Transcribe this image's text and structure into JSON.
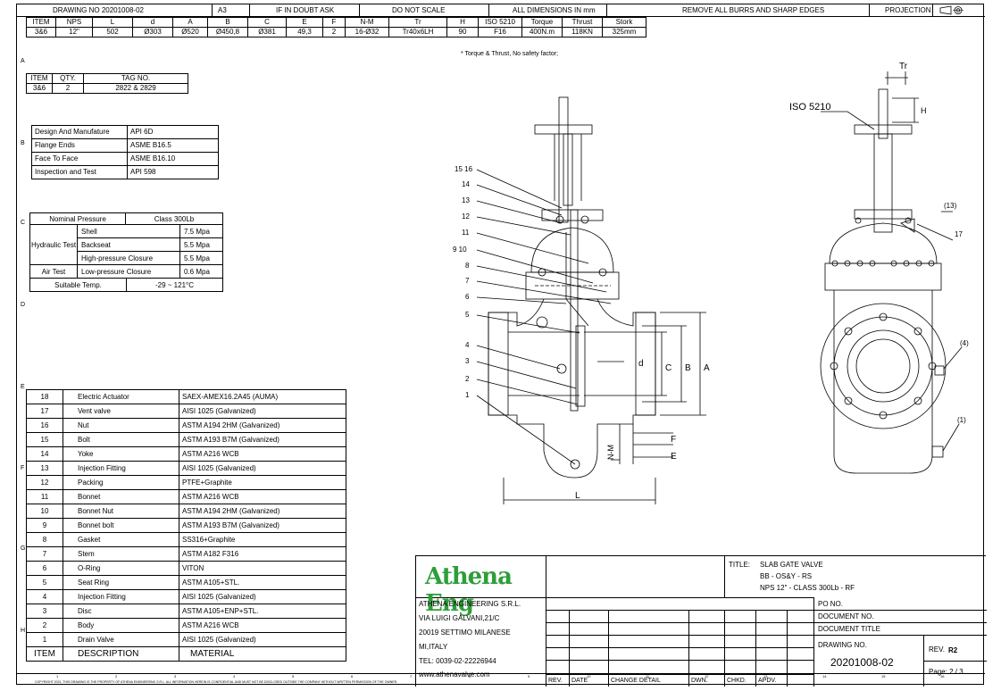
{
  "header": {
    "drawing_no": "DRAWING NO 20201008-02",
    "size": "A3",
    "if_doubt": "IF IN DOUBT ASK",
    "do_not_scale": "DO NOT SCALE",
    "all_dims": "ALL DIMENSIONS IN mm",
    "remove_burrs": "REMOVE ALL BURRS AND SHARP EDGES",
    "projection": "PROJECTION"
  },
  "dimtable": {
    "headers": [
      "ITEM",
      "NPS",
      "L",
      "d",
      "A",
      "B",
      "C",
      "E",
      "F",
      "N-M",
      "Tr",
      "H",
      "ISO 5210",
      "Torque",
      "Thrust",
      "Stork"
    ],
    "values": [
      "3&6",
      "12\"",
      "502",
      "Ø303",
      "Ø520",
      "Ø450,8",
      "Ø381",
      "49,3",
      "2",
      "16-Ø32",
      "Tr40x6LH",
      "90",
      "F16",
      "400N.m",
      "118KN",
      "325mm"
    ],
    "note": "* Torque & Thrust,  No safety factor;"
  },
  "tagtable": {
    "headers": [
      "ITEM",
      "QTY.",
      "TAG NO."
    ],
    "values": [
      "3&6",
      "2",
      "2822 & 2829"
    ]
  },
  "standards": [
    [
      "Design And Manufature",
      "API 6D"
    ],
    [
      "Flange Ends",
      "ASME B16.5"
    ],
    [
      "Face To Face",
      "ASME B16.10"
    ],
    [
      "Inspection and Test",
      "API 598"
    ]
  ],
  "pressure": {
    "nominal_label": "Nominal Pressure",
    "nominal_value": "Class 300Lb",
    "hydraulic_label": "Hydraulic Test",
    "rows": [
      [
        "Shell",
        "7.5 Mpa"
      ],
      [
        "Backseat",
        "5.5 Mpa"
      ],
      [
        "High-pressure Closure",
        "5.5 Mpa"
      ]
    ],
    "air_label": "Air Test",
    "air_row": [
      "Low-pressure Closure",
      "0.6 Mpa"
    ],
    "temp_label": "Suitable Temp.",
    "temp_value": "-29 ~ 121°C"
  },
  "bom": {
    "rows": [
      [
        "18",
        "Electric Actuator",
        "SAEX-AMEX16.2A45 (AUMA)"
      ],
      [
        "17",
        "Vent valve",
        "AISI 1025 (Galvanized)"
      ],
      [
        "16",
        "Nut",
        "ASTM A194 2HM (Galvanized)"
      ],
      [
        "15",
        "Bolt",
        "ASTM A193 B7M (Galvanized)"
      ],
      [
        "14",
        "Yoke",
        "ASTM A216 WCB"
      ],
      [
        "13",
        "Injection Fitting",
        "AISI 1025 (Galvanized)"
      ],
      [
        "12",
        "Packing",
        "PTFE+Graphite"
      ],
      [
        "11",
        "Bonnet",
        "ASTM A216 WCB"
      ],
      [
        "10",
        "Bonnet Nut",
        "ASTM A194 2HM (Galvanized)"
      ],
      [
        "9",
        "Bonnet bolt",
        "ASTM A193 B7M (Galvanized)"
      ],
      [
        "8",
        "Gasket",
        "SS316+Graphite"
      ],
      [
        "7",
        "Stem",
        "ASTM A182 F316"
      ],
      [
        "6",
        "O-Ring",
        "VITON"
      ],
      [
        "5",
        "Seat Ring",
        "ASTM A105+STL."
      ],
      [
        "4",
        "Injection Fitting",
        "AISI 1025 (Galvanized)"
      ],
      [
        "3",
        "Disc",
        "ASTM A105+ENP+STL."
      ],
      [
        "2",
        "Body",
        "ASTM A216 WCB"
      ],
      [
        "1",
        "Drain Valve",
        "AISI 1025 (Galvanized)"
      ]
    ],
    "footer": [
      "ITEM",
      "DESCRIPTION",
      "MATERIAL"
    ]
  },
  "section_labels": [
    {
      "text": "15  16"
    },
    {
      "text": "14"
    },
    {
      "text": "13"
    },
    {
      "text": "12"
    },
    {
      "text": "11"
    },
    {
      "text": "9  10"
    },
    {
      "text": "8"
    },
    {
      "text": "7"
    },
    {
      "text": "6"
    },
    {
      "text": "5"
    },
    {
      "text": "4"
    },
    {
      "text": "3"
    },
    {
      "text": "2"
    },
    {
      "text": "1"
    }
  ],
  "dims": {
    "A": "A",
    "B": "B",
    "C": "C",
    "d": "d",
    "L": "L",
    "F": "F",
    "E": "E",
    "NM": "N-M",
    "Tr": "Tr",
    "H": "H",
    "ISO": "ISO  5210"
  },
  "side_labels": {
    "c13": "(13)",
    "c17": "17",
    "c4": "(4)",
    "c1": "(1)"
  },
  "titleblock": {
    "logo": "Athena Eng",
    "title_label": "TITLE:",
    "title_lines": [
      "SLAB GATE VALVE",
      "BB - OS&Y - RS",
      "NPS 12\" - CLASS 300Lb - RF"
    ],
    "company": [
      "ATHENA ENGINEERING S.R.L.",
      "VIA LUIGI GALVANI,21/C",
      "20019 SETTIMO MILANESE",
      "MI,ITALY",
      "TEL: 0039-02-22226944",
      "www.athenavalve.com"
    ],
    "po_no": "PO NO.",
    "doc_no": "DOCUMENT NO.",
    "doc_title": "DOCUMENT TITLE",
    "drawing_no_label": "DRAWING NO.",
    "drawing_no": "20201008-02",
    "rev_label": "REV.",
    "rev": "R2",
    "page": "Page: 2 / 3",
    "rev_cols": [
      "REV.",
      "DATE",
      "CHANGE DETAIL",
      "DWN.",
      "CHKD.",
      "APDV."
    ]
  },
  "border": {
    "rows": [
      "A",
      "B",
      "C",
      "D",
      "E",
      "F",
      "G",
      "H"
    ],
    "cols": [
      "1",
      "2",
      "3",
      "4",
      "5",
      "6",
      "7",
      "8",
      "9",
      "10",
      "11",
      "12",
      "13",
      "14",
      "15",
      "16"
    ],
    "copyright": "COPYRIGHT 2021, THIS DRAWING IS THE PROPERTY OF ATHENA ENGINEERING S.R.L. ALL INFORMATION HEREIN IS CONFIDENTIAL AND MUST NOT BE DISCLOSED OUTSIDE THE COMPANY WITHOUT WRITTEN PERMISSION OF THE OWNER."
  }
}
